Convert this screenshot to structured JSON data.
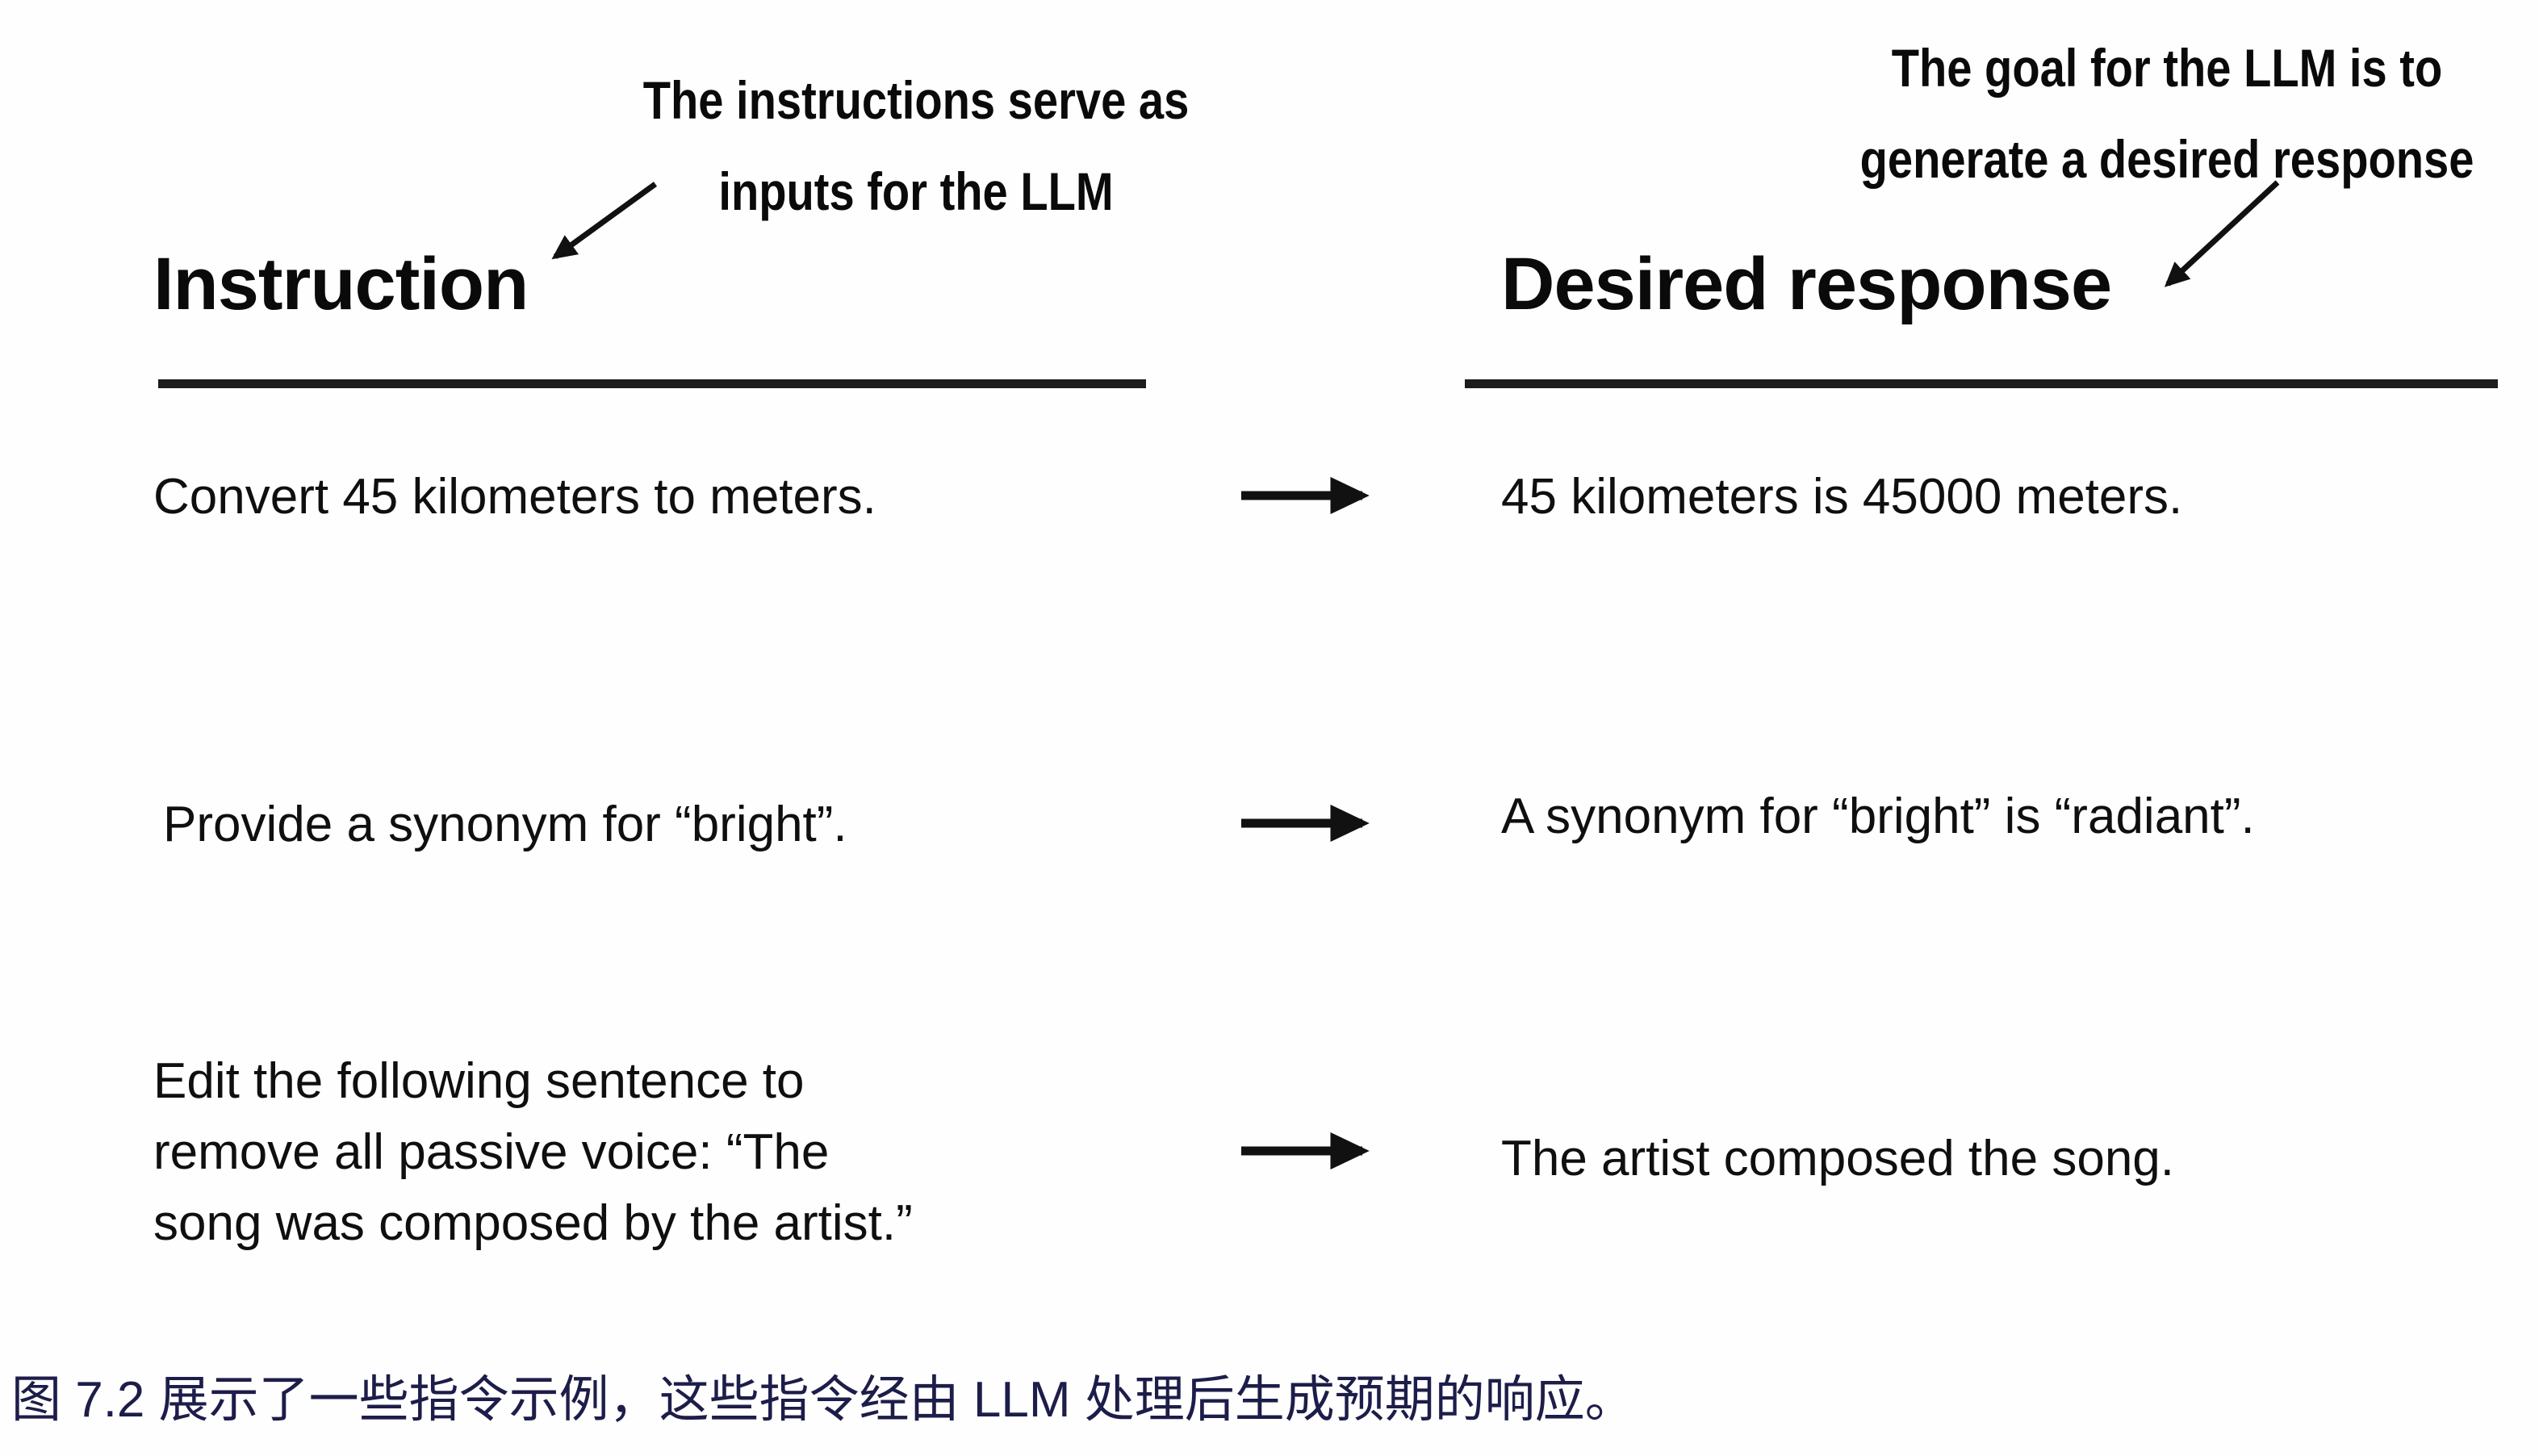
{
  "figure": {
    "left_annotation": {
      "line1": "The instructions serve as",
      "line2": "inputs for the LLM"
    },
    "right_annotation": {
      "line1": "The goal for the LLM is to",
      "line2": "generate a desired response"
    },
    "left_header": "Instruction",
    "right_header": "Desired response",
    "rows": [
      {
        "instruction_lines": [
          "Convert 45 kilometers to meters."
        ],
        "response": "45 kilometers is 45000 meters."
      },
      {
        "instruction_lines": [
          "Provide a synonym for “bright”."
        ],
        "response": "A synonym for “bright” is “radiant”."
      },
      {
        "instruction_lines": [
          "Edit the following sentence to",
          "remove all passive voice: “The",
          "song was composed by the artist.”"
        ],
        "response": "The artist composed the song."
      }
    ],
    "caption": "图 7.2 展示了一些指令示例，这些指令经由 LLM 处理后生成预期的响应。",
    "colors": {
      "text": "#0f0f0f",
      "caption": "#1d1d4a",
      "arrow": "#111111"
    }
  }
}
